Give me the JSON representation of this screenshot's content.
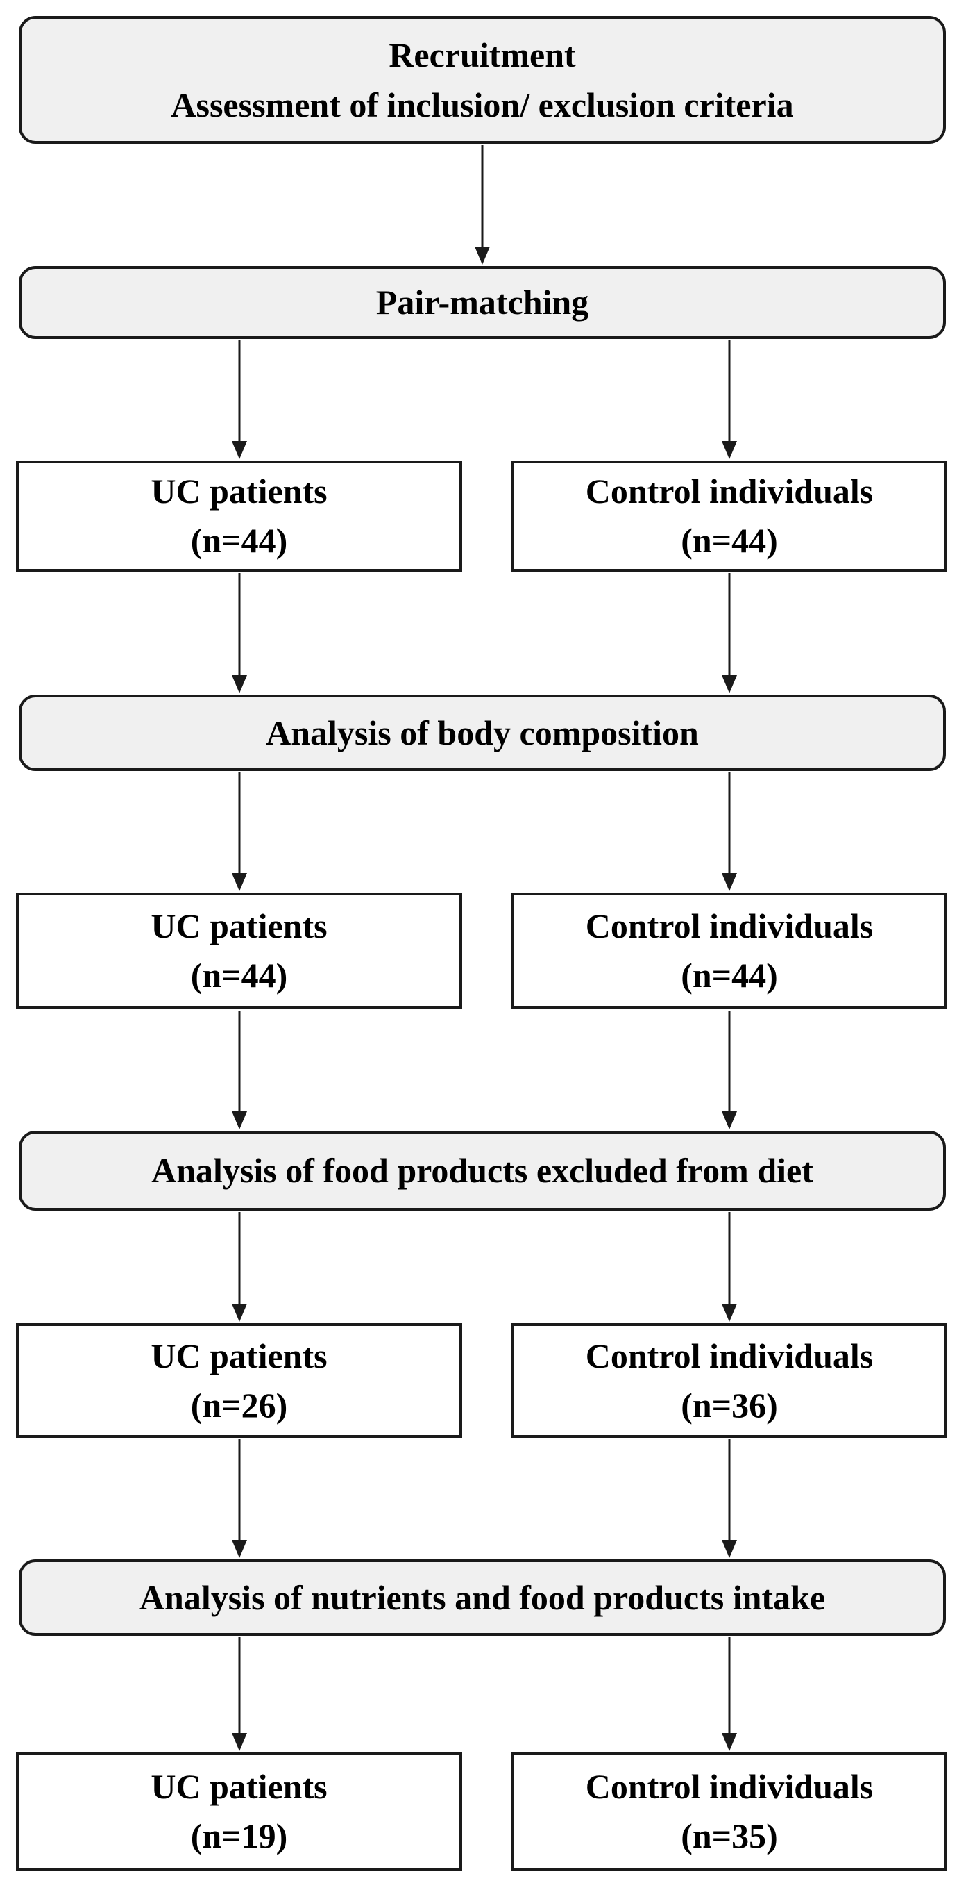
{
  "figure": {
    "type": "study-flowchart",
    "colors": {
      "stage_fill": "#f0f0f0",
      "group_fill": "#ffffff",
      "border": "#1a1a1a",
      "text": "#000000",
      "arrow": "#1a1a1a",
      "background": "#ffffff"
    },
    "stages": {
      "recruitment": {
        "line1": "Recruitment",
        "line2": "Assessment of inclusion/ exclusion criteria"
      },
      "pair_matching": {
        "label": "Pair-matching"
      },
      "body_composition": {
        "label": "Analysis of body composition"
      },
      "food_excluded": {
        "label": "Analysis of food products excluded from diet"
      },
      "nutrients_intake": {
        "label": "Analysis of nutrients and food products intake"
      }
    },
    "groups": {
      "uc_1": {
        "title": "UC patients",
        "count": "(n=44)"
      },
      "control_1": {
        "title": "Control individuals",
        "count": "(n=44)"
      },
      "uc_2": {
        "title": "UC patients",
        "count": "(n=44)"
      },
      "control_2": {
        "title": "Control individuals",
        "count": "(n=44)"
      },
      "uc_3": {
        "title": "UC patients",
        "count": "(n=26)"
      },
      "control_3": {
        "title": "Control individuals",
        "count": "(n=36)"
      },
      "uc_4": {
        "title": "UC patients",
        "count": "(n=19)"
      },
      "control_4": {
        "title": "Control individuals",
        "count": "(n=35)"
      }
    }
  }
}
